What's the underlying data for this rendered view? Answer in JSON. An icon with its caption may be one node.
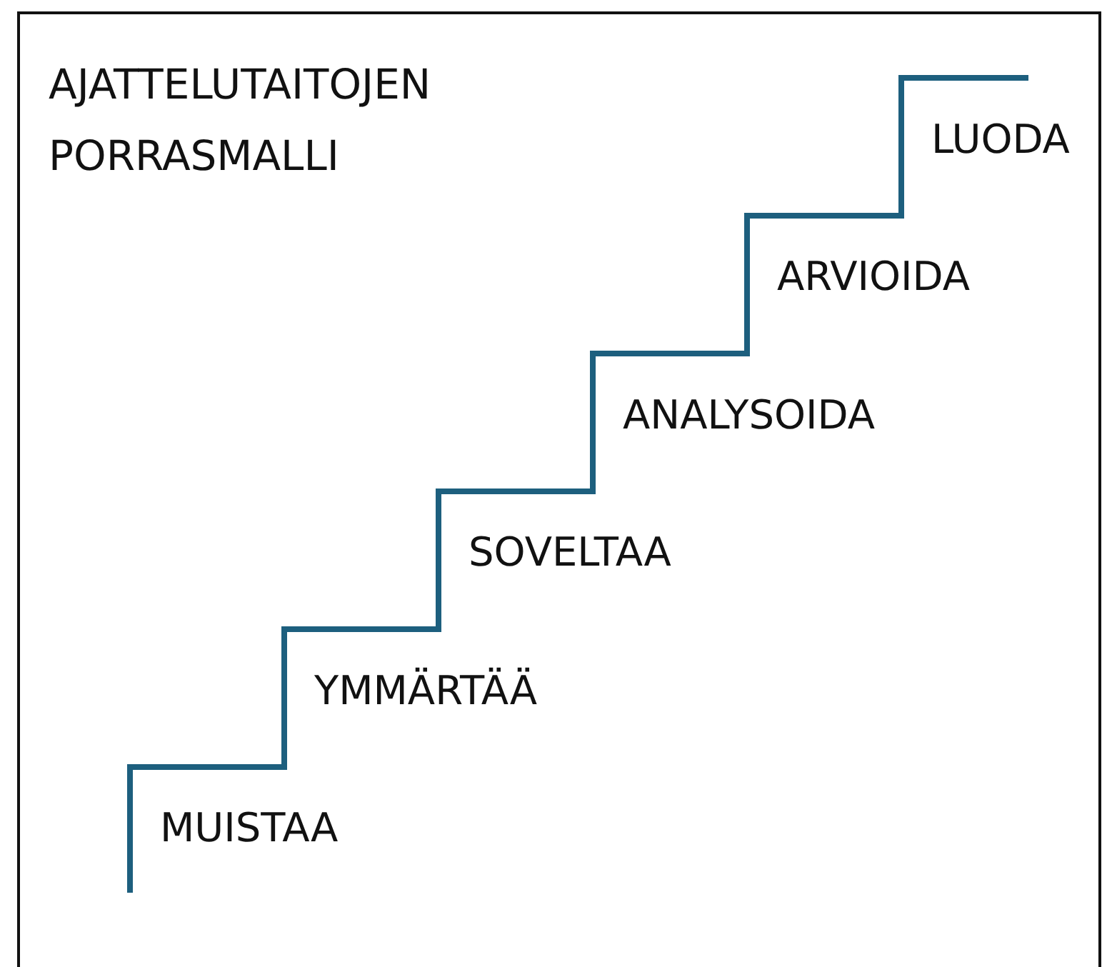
{
  "diagram": {
    "title": "AJATTELUTAITOJEN PORRASMALLI",
    "labels": [
      "MUISTAA",
      "YMMÄRTÄÄ",
      "SOVELTAA",
      "ANALYSOIDA",
      "ARVIOIDA",
      "LUODA"
    ]
  }
}
